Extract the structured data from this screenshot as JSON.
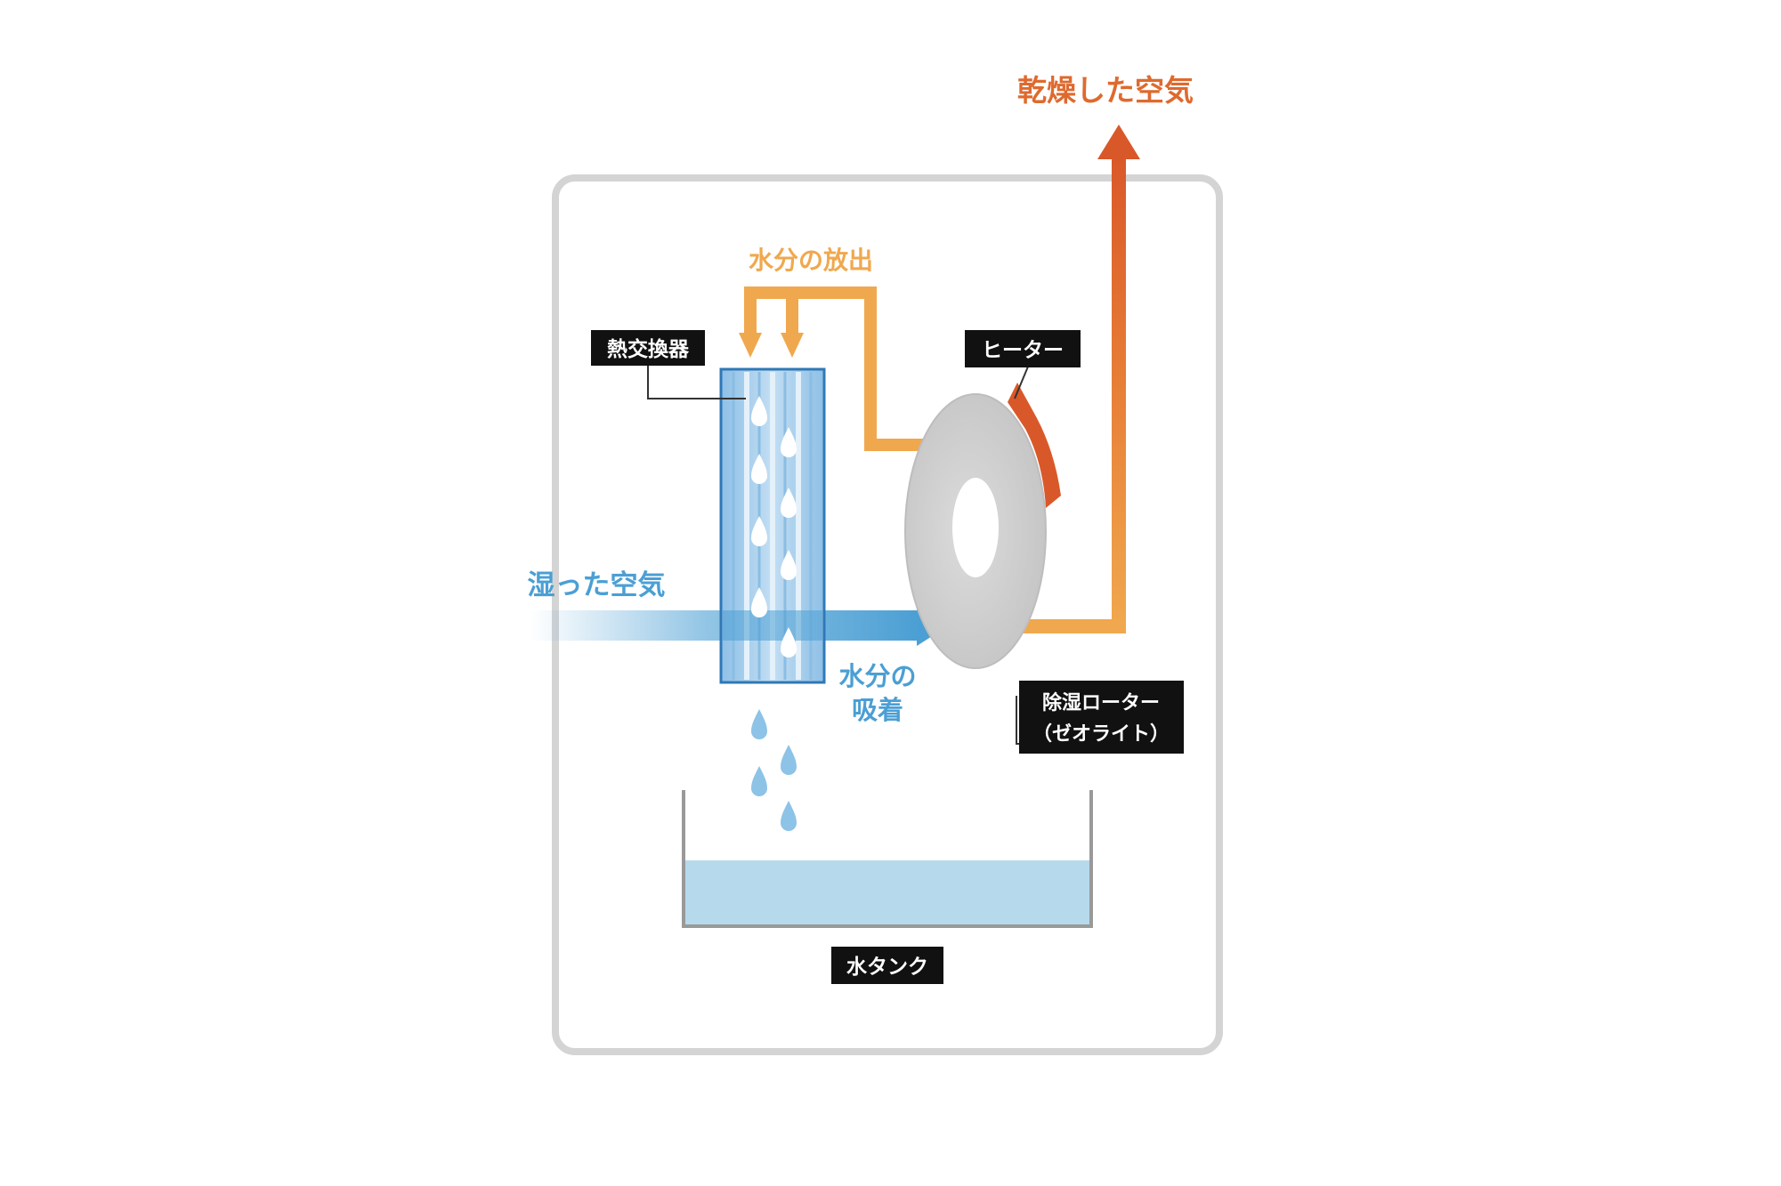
{
  "labels": {
    "dry_air": "乾燥した空気",
    "moisture_release": "水分の放出",
    "heat_exchanger": "熱交換器",
    "heater": "ヒーター",
    "humid_air": "湿った空気",
    "adsorption_line1": "水分の",
    "adsorption_line2": "吸着",
    "rotor_line1": "除湿ローター",
    "rotor_line2": "（ゼオライト）",
    "water_tank": "水タンク"
  },
  "colors": {
    "dry_air_arrow": "#de6a2e",
    "release_arrow": "#f0a84e",
    "humid_air": "#4b9fd4",
    "heat_exchanger": "#a9cfec",
    "rotor": "#cccccc",
    "heater": "#d9582a",
    "water": "#b6daec",
    "enclosure": "#d4d4d4",
    "label_bg": "#111111"
  }
}
